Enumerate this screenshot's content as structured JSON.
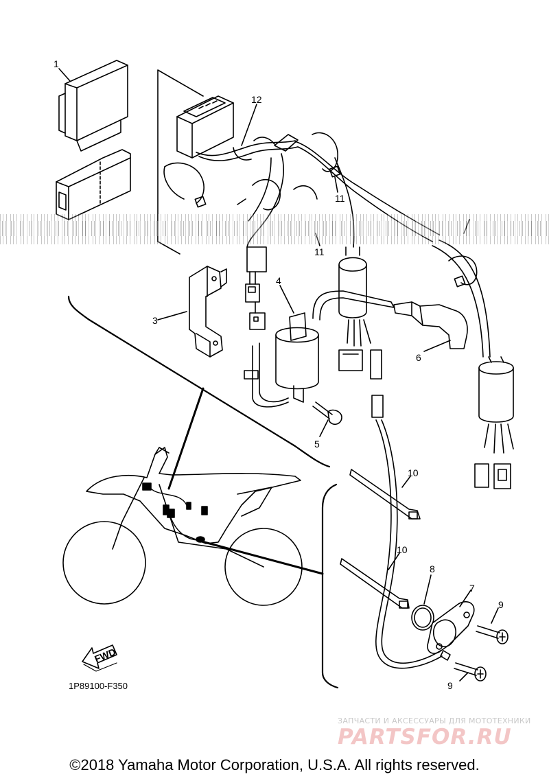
{
  "labels": {
    "p1": "1",
    "p3": "3",
    "p4": "4",
    "p5": "5",
    "p6": "6",
    "p7": "7",
    "p8": "8",
    "p9a": "9",
    "p9b": "9",
    "p10a": "10",
    "p10b": "10",
    "p11a": "11",
    "p11b": "11",
    "p12": "12"
  },
  "fwd": "FWD",
  "diagram_code": "1P89100-F350",
  "copyright": "©2018 Yamaha Motor Corporation, U.S.A. All rights reserved.",
  "watermark": {
    "tagline": "ЗАПЧАСТИ И АКСЕССУАРЫ ДЛЯ МОТОТЕХНИКИ",
    "brand": "PARTSFOR.RU"
  }
}
